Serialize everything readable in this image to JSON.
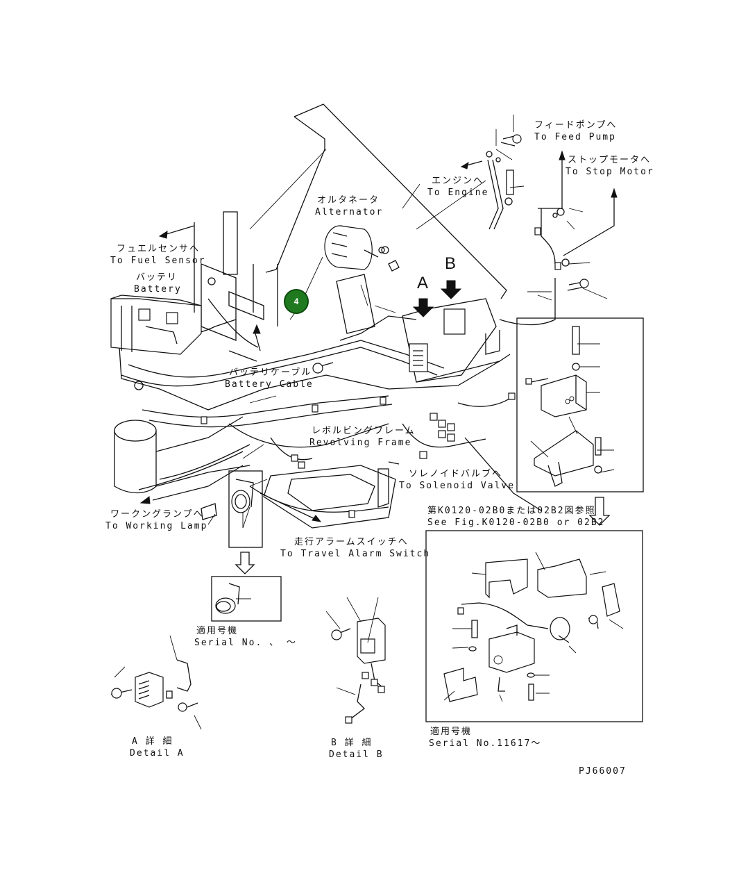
{
  "callout": {
    "number": "4"
  },
  "labels": {
    "feed_pump_jp": "フィードポンプへ",
    "feed_pump_en": "To Feed Pump",
    "stop_motor_jp": "ストップモータへ",
    "stop_motor_en": "To Stop Motor",
    "engine_jp": "エンジンへ",
    "engine_en": "To Engine",
    "alternator_jp": "オルタネータ",
    "alternator_en": "Alternator",
    "fuel_sensor_jp": "フュエルセンサへ",
    "fuel_sensor_en": "To Fuel Sensor",
    "battery_jp": "バッテリ",
    "battery_en": "Battery",
    "battery_cable_jp": "バッテリケーブル",
    "battery_cable_en": "Battery Cable",
    "revolving_frame_jp": "レボルビングフレーム",
    "revolving_frame_en": "Revolving Frame",
    "solenoid_jp": "ソレノイドバルブへ",
    "solenoid_en": "To Solenoid Valve",
    "working_lamp_jp": "ワークングランプへ",
    "working_lamp_en": "To Working Lamp",
    "travel_alarm_jp": "走行アラームスイッチへ",
    "travel_alarm_en": "To Travel Alarm Switch",
    "see_fig_jp": "第K0120-02B0または02B2図参照",
    "see_fig_en": "See Fig.K0120-02B0 or 02B2",
    "serial_small_jp": "適用号機",
    "serial_small_en": "Serial No. 、 ～",
    "detail_a_jp": "A 詳 細",
    "detail_a_en": "Detail A",
    "detail_b_jp": "B 詳 細",
    "detail_b_en": "Detail B",
    "serial_large_jp": "適用号機",
    "serial_large_en": "Serial No.11617～",
    "letter_a": "A",
    "letter_b": "B",
    "drawing_no": "PJ66007"
  }
}
